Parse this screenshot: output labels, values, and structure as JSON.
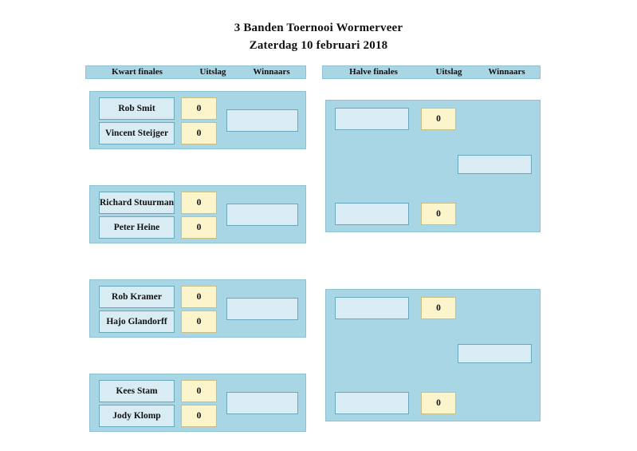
{
  "title": {
    "line1": "3 Banden Toernooi Wormerveer",
    "line2": "Zaterdag 10 februari 2018"
  },
  "colors": {
    "block_fill": "#a8d6e4",
    "block_border": "#8fc3d4",
    "name_fill": "#d9ecf4",
    "name_border": "#6aa9bd",
    "score_fill": "#fcf5cc",
    "score_border": "#c9bf86",
    "page_background": "#ffffff",
    "text": "#111111"
  },
  "quarter_finals": {
    "header": {
      "round_label": "Kwart finales",
      "score_label": "Uitslag",
      "winner_label": "Winnaars"
    },
    "matches": [
      {
        "player1": "Rob Smit",
        "player2": "Vincent Steijger",
        "score1": "0",
        "score2": "0",
        "winner": ""
      },
      {
        "player1": "Richard Stuurman",
        "player2": "Peter Heine",
        "score1": "0",
        "score2": "0",
        "winner": ""
      },
      {
        "player1": "Rob Kramer",
        "player2": "Hajo Glandorff",
        "score1": "0",
        "score2": "0",
        "winner": ""
      },
      {
        "player1": "Kees Stam",
        "player2": "Jody Klomp",
        "score1": "0",
        "score2": "0",
        "winner": ""
      }
    ]
  },
  "semi_finals": {
    "header": {
      "round_label": "Halve finales",
      "score_label": "Uitslag",
      "winner_label": "Winnaars"
    },
    "matches": [
      {
        "player1": "",
        "player2": "",
        "score1": "0",
        "score2": "0",
        "winner": ""
      },
      {
        "player1": "",
        "player2": "",
        "score1": "0",
        "score2": "0",
        "winner": ""
      }
    ]
  }
}
